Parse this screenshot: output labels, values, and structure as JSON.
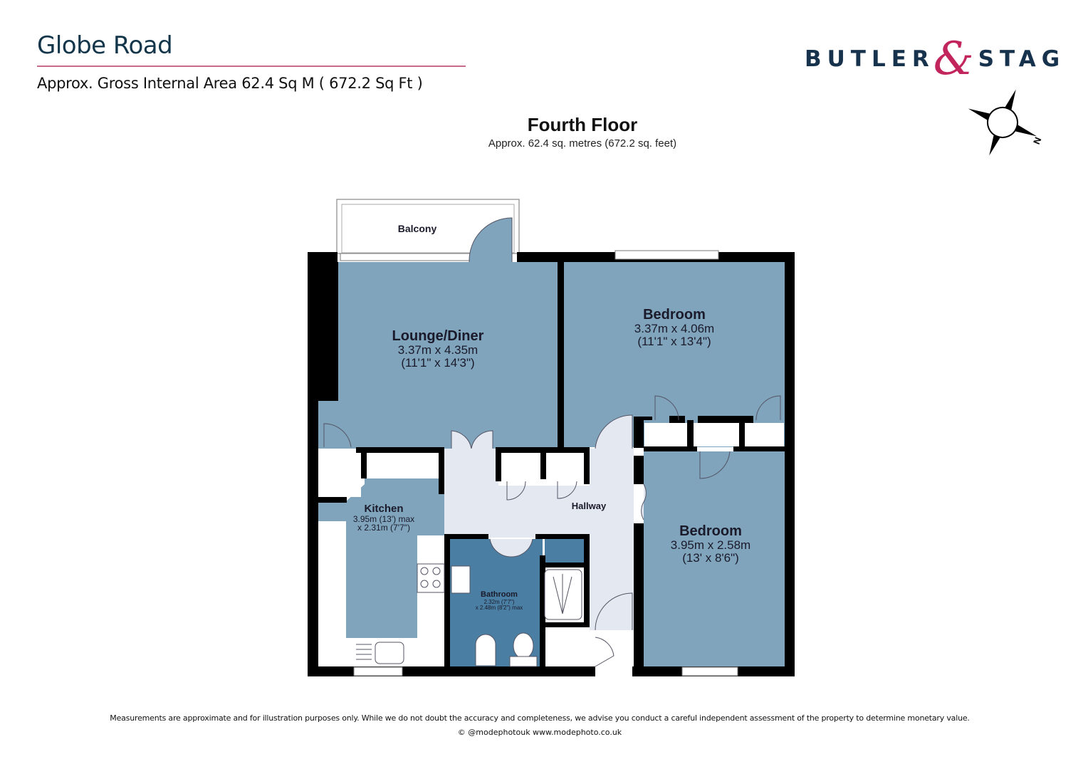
{
  "header": {
    "title": "Globe Road",
    "subtitle": "Approx. Gross Internal Area 62.4 Sq M ( 672.2 Sq Ft )"
  },
  "logo": {
    "left": "BUTLER",
    "amp": "&",
    "right": "STAG",
    "colors": {
      "text": "#17324d",
      "ampersand": "#c2255c"
    }
  },
  "compass": {
    "icon": "compass-rose-icon",
    "north_label": "N"
  },
  "floor": {
    "title": "Fourth Floor",
    "area": "Approx. 62.4 sq. metres (672.2 sq. feet)"
  },
  "rooms": {
    "balcony": {
      "name": "Balcony"
    },
    "lounge": {
      "name": "Lounge/Diner",
      "metric": "3.37m x 4.35m",
      "imperial": "(11'1\" x 14'3\")"
    },
    "bedroom1": {
      "name": "Bedroom",
      "metric": "3.37m x 4.06m",
      "imperial": "(11'1\" x 13'4\")"
    },
    "bedroom2": {
      "name": "Bedroom",
      "metric": "3.95m x 2.58m",
      "imperial": "(13' x 8'6\")"
    },
    "kitchen": {
      "name": "Kitchen",
      "line1": "3.95m (13') max",
      "line2": "x 2.31m (7'7\")"
    },
    "bathroom": {
      "name": "Bathroom",
      "line1": "2.32m (7'7\")",
      "line2": "x 2.48m (8'2\") max"
    },
    "hallway": {
      "name": "Hallway"
    }
  },
  "colors": {
    "room_fill": "#7fa4bc",
    "bathroom_fill": "#4a7fa3",
    "hallway_fill": "#e4e9f1",
    "wall": "#000000",
    "title_rule": "#c86a8c"
  },
  "footer": {
    "disclaimer": "Measurements are approximate and for illustration purposes only.  While we do not doubt the accuracy and completeness, we advise you conduct a careful independent assessment of the property to determine monetary value.",
    "copyright": "© @modephotouk www.modephoto.co.uk"
  }
}
